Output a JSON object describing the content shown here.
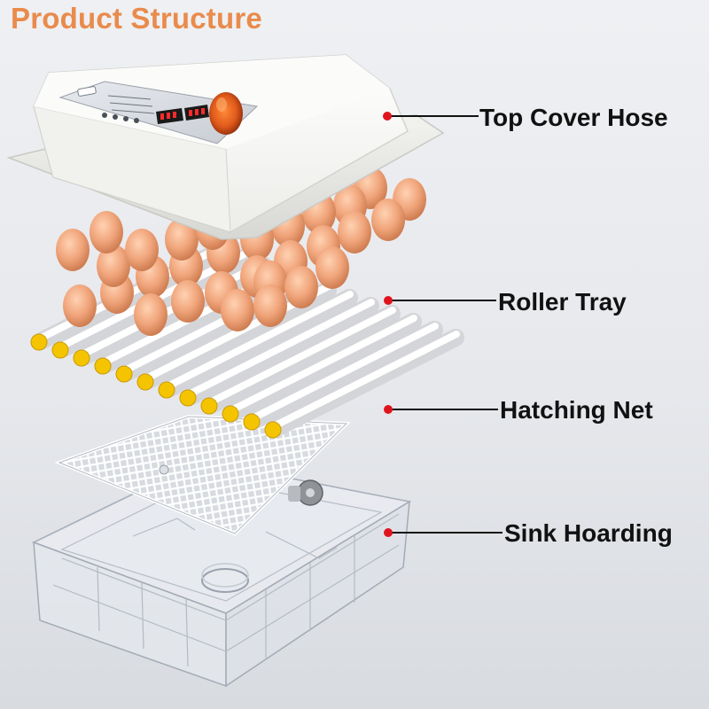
{
  "title": "Product Structure",
  "callouts": [
    {
      "label": "Top Cover Hose"
    },
    {
      "label": "Roller Tray"
    },
    {
      "label": "Hatching Net"
    },
    {
      "label": "Sink Hoarding"
    }
  ],
  "colors": {
    "title": "#e98b4c",
    "marker": "#e0141c",
    "egg": "#f0a47a",
    "roller_caps": "#f5c400",
    "cover": "#f4f4f2",
    "display_digits": "#ff2a2a"
  }
}
